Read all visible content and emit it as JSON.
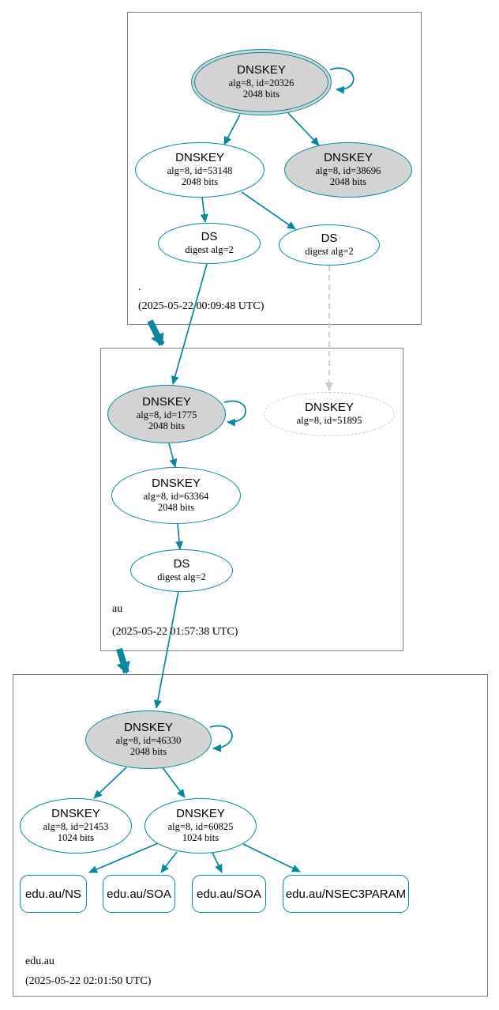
{
  "colors": {
    "secure": "#0a879a",
    "key_fill": "#d3d3d3",
    "insecure": "#c9c9c9"
  },
  "zones": {
    "root": {
      "name": ".",
      "timestamp": "(2025-05-22 00:09:48 UTC)",
      "nodes": {
        "ksk": {
          "title": "DNSKEY",
          "line2": "alg=8, id=20326",
          "line3": "2048 bits"
        },
        "zsk": {
          "title": "DNSKEY",
          "line2": "alg=8, id=53148",
          "line3": "2048 bits"
        },
        "key38696": {
          "title": "DNSKEY",
          "line2": "alg=8, id=38696",
          "line3": "2048 bits"
        },
        "ds_left": {
          "title": "DS",
          "line2": "digest alg=2"
        },
        "ds_right": {
          "title": "DS",
          "line2": "digest alg=2"
        }
      }
    },
    "au": {
      "name": "au",
      "timestamp": "(2025-05-22 01:57:38 UTC)",
      "nodes": {
        "ksk": {
          "title": "DNSKEY",
          "line2": "alg=8, id=1775",
          "line3": "2048 bits"
        },
        "key51895": {
          "title": "DNSKEY",
          "line2": "alg=8, id=51895"
        },
        "zsk": {
          "title": "DNSKEY",
          "line2": "alg=8, id=63364",
          "line3": "2048 bits"
        },
        "ds": {
          "title": "DS",
          "line2": "digest alg=2"
        }
      }
    },
    "edu_au": {
      "name": "edu.au",
      "timestamp": "(2025-05-22 02:01:50 UTC)",
      "nodes": {
        "ksk": {
          "title": "DNSKEY",
          "line2": "alg=8, id=46330",
          "line3": "2048 bits"
        },
        "zsk1": {
          "title": "DNSKEY",
          "line2": "alg=8, id=21453",
          "line3": "1024 bits"
        },
        "zsk2": {
          "title": "DNSKEY",
          "line2": "alg=8, id=60825",
          "line3": "1024 bits"
        }
      },
      "rrsets": [
        {
          "label": "edu.au/NS"
        },
        {
          "label": "edu.au/SOA"
        },
        {
          "label": "edu.au/SOA"
        },
        {
          "label": "edu.au/NSEC3PARAM"
        }
      ]
    }
  }
}
